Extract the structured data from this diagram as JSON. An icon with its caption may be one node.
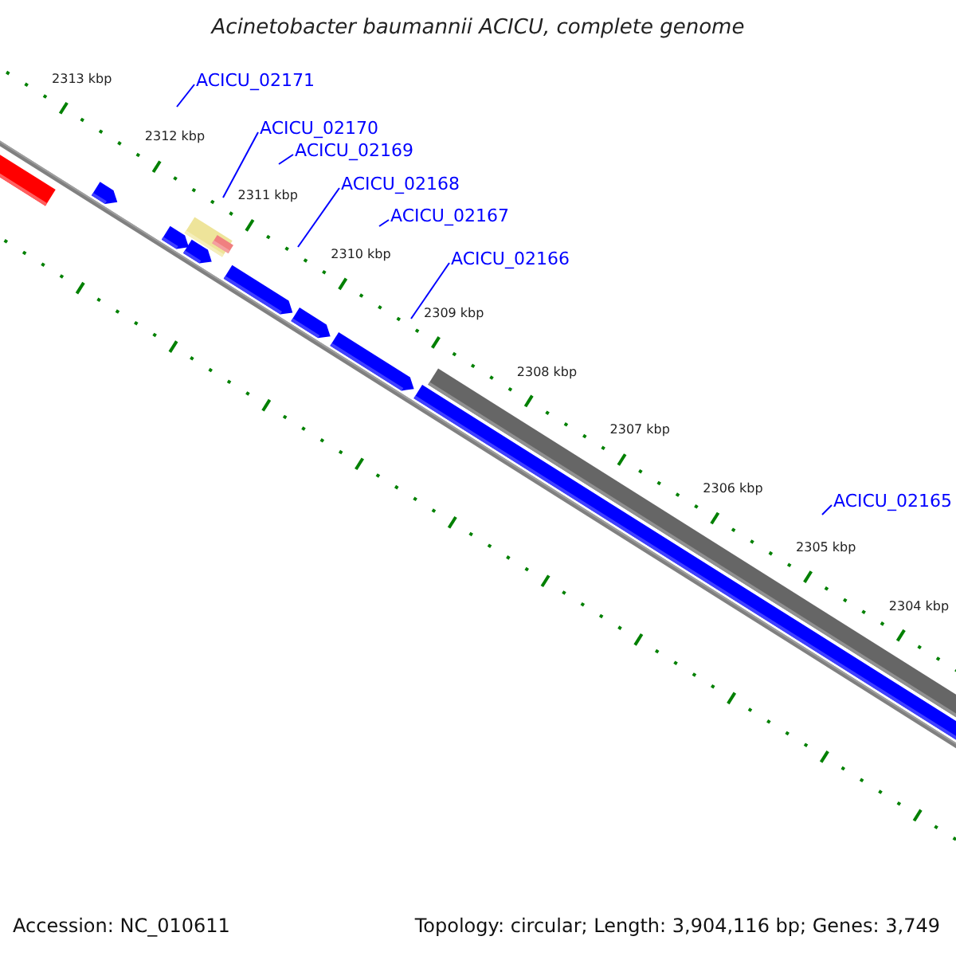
{
  "diagram": {
    "title": "Acinetobacter baumannii ACICU, complete genome",
    "nodes": [
      {
        "text": [
          "ACICU_02171"
        ]
      },
      {
        "text": [
          "ACICU_02170"
        ]
      },
      {
        "text": [
          "ACICU_02169"
        ]
      },
      {
        "text": [
          "ACICU_02168"
        ]
      },
      {
        "text": [
          "ACICU_02167"
        ]
      },
      {
        "text": [
          "ACICU_02166"
        ]
      },
      {
        "text": [
          "ACICU_02165"
        ]
      }
    ],
    "edges": [
      {
        "from": 0,
        "to": null,
        "arrow": "none"
      },
      {
        "from": 1,
        "to": null,
        "arrow": "none"
      },
      {
        "from": 2,
        "to": null,
        "arrow": "none"
      },
      {
        "from": 3,
        "to": null,
        "arrow": "none"
      },
      {
        "from": 4,
        "to": null,
        "arrow": "none"
      },
      {
        "from": 5,
        "to": null,
        "arrow": "none"
      },
      {
        "from": 6,
        "to": null,
        "arrow": "none"
      }
    ],
    "labels": [
      "2313 kbp",
      "2312 kbp",
      "2311 kbp",
      "2310 kbp",
      "2309 kbp",
      "2308 kbp",
      "2307 kbp",
      "2306 kbp",
      "2305 kbp",
      "2304 kbp",
      "Accession: NC_010611",
      "Topology: circular; Length: 3,904,116 bp; Genes: 3,749"
    ]
  }
}
